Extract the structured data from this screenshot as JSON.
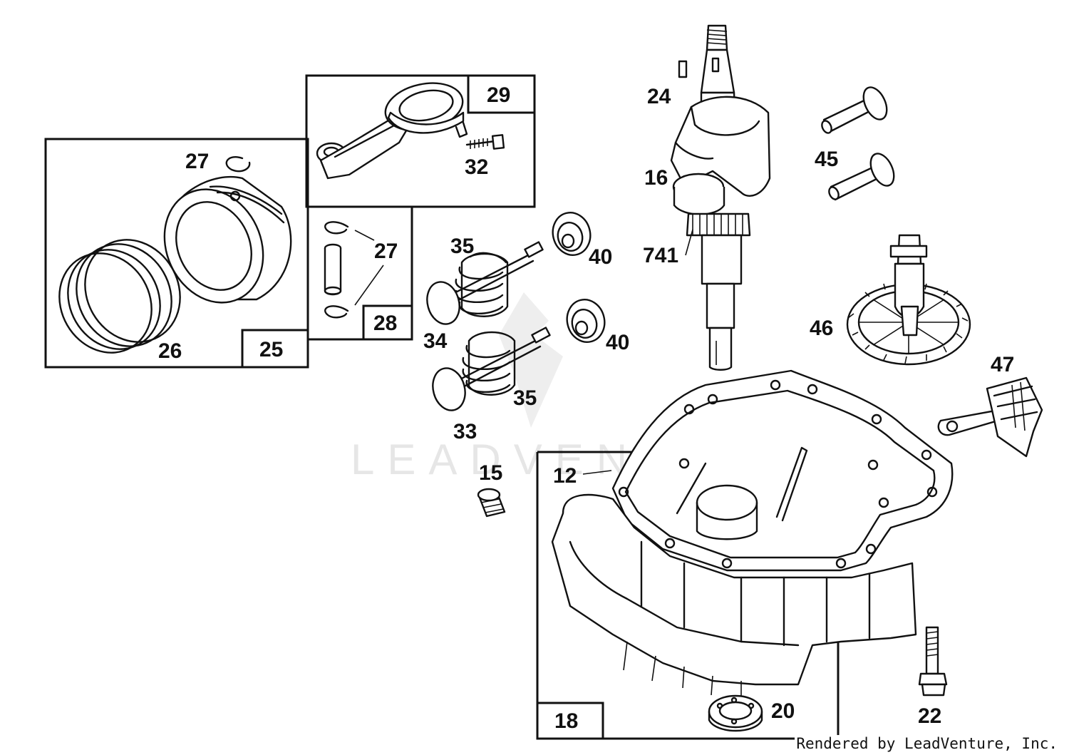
{
  "watermark": "LEADVENTURE",
  "credit": "Rendered by LeadVenture, Inc.",
  "boxes": {
    "piston_assembly": "25",
    "connecting_rod": "29",
    "piston_pin_kit": "28",
    "short_block": "18"
  },
  "labels": {
    "p27a": "27",
    "p26": "26",
    "p32": "32",
    "p27b": "27",
    "p35a": "35",
    "p34": "34",
    "p40a": "40",
    "p40b": "40",
    "p35b": "35",
    "p33": "33",
    "p24": "24",
    "p16": "16",
    "p741": "741",
    "p45": "45",
    "p46": "46",
    "p47": "47",
    "p15": "15",
    "p12": "12",
    "p20": "20",
    "p22": "22"
  }
}
